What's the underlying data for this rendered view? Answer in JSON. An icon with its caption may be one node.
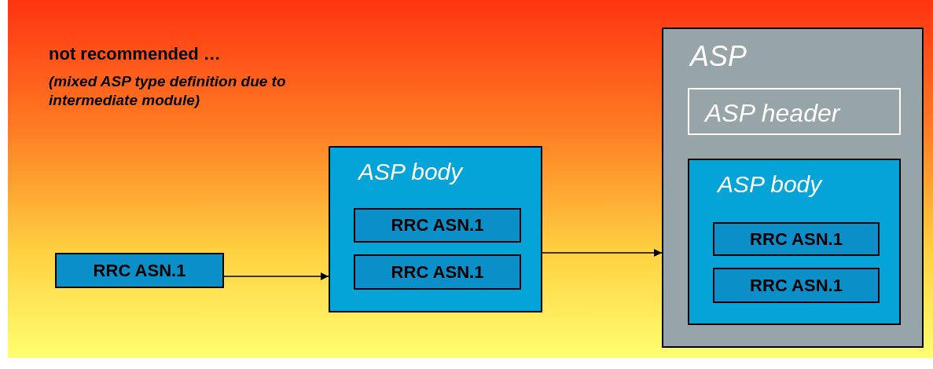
{
  "diagram": {
    "nodes": [
      {
        "text": [
          "RRC ASN.1"
        ]
      },
      {
        "text": [
          "ASP body"
        ]
      },
      {
        "text": [
          "RRC ASN.1"
        ],
        "in": 1
      },
      {
        "text": [
          "RRC ASN.1"
        ],
        "in": 1
      },
      {
        "text": [
          "ASP"
        ]
      },
      {
        "text": [
          "ASP header"
        ],
        "in": 4
      },
      {
        "text": [
          "ASP body"
        ],
        "in": 4
      },
      {
        "text": [
          "RRC ASN.1"
        ],
        "in": 6
      },
      {
        "text": [
          "RRC ASN.1"
        ],
        "in": 6
      }
    ],
    "edges": [
      {
        "from": 0,
        "to": 1,
        "arrow": "to"
      },
      {
        "from": 1,
        "to": 4,
        "arrow": "to"
      }
    ],
    "labels": [
      "not recommended …",
      "(mixed ASP type definition due to intermediate module)"
    ]
  }
}
